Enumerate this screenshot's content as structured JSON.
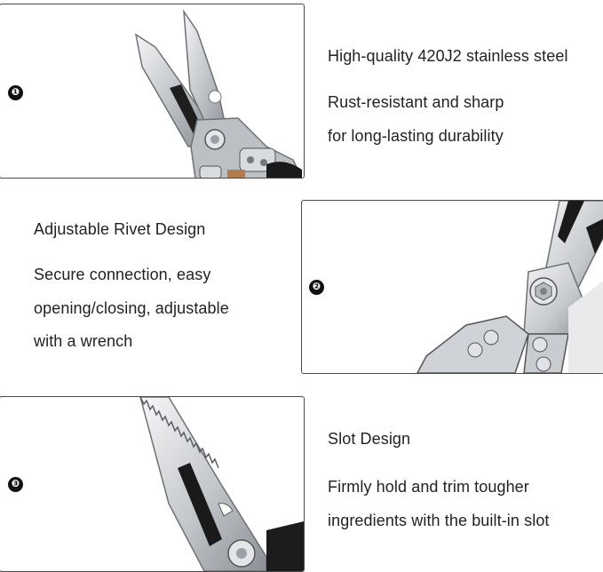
{
  "sections": [
    {
      "badge": "❶",
      "heading": "High-quality 420J2 stainless steel",
      "lines": [
        "Rust-resistant and sharp",
        "for long-lasting durability"
      ],
      "image_icon": "scissors-blade-icon"
    },
    {
      "badge": "❷",
      "heading": "Adjustable Rivet Design",
      "lines": [
        "Secure connection, easy",
        "opening/closing, adjustable",
        "with a wrench"
      ],
      "image_icon": "rivet-icon"
    },
    {
      "badge": "❸",
      "heading": "Slot Design",
      "lines": [
        "Firmly hold and trim tougher",
        "ingredients with the built-in slot"
      ],
      "image_icon": "serrated-blade-icon"
    }
  ],
  "colors": {
    "text": "#222222",
    "border": "#4a4a4a",
    "steel": "#c9ccd0",
    "dark": "#1a1a1a",
    "handle": "#b57a48"
  }
}
